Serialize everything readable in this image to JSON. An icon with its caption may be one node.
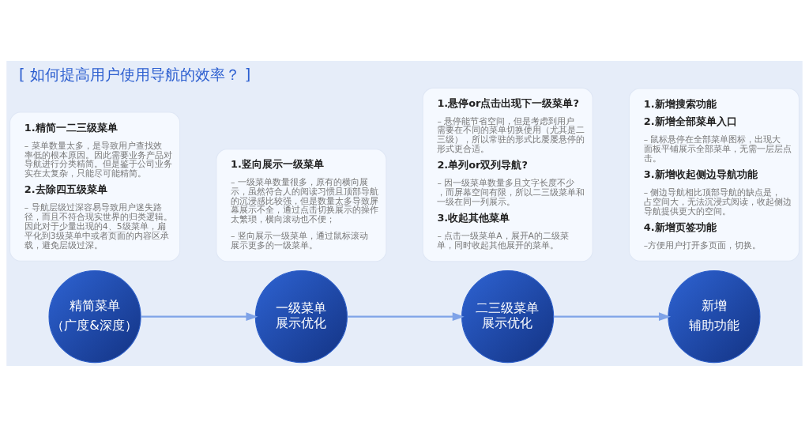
{
  "diagram": {
    "title": "[ 如何提高用户使用导航的效率？ ]",
    "nodes": [
      {
        "text": [
          "精简菜单",
          "（广度&深度）"
        ]
      },
      {
        "text": [
          "1.精简一二三级菜单",
          "– 菜单数量太多，是导致用户查找效率低的根本原因。因此需要业务产品对导航进行分类精简。但是鉴于公司业务实在太复杂，只能尽可能精简。",
          "2.去除四五级菜单",
          "– 导航层级过深容易导致用户迷失路径，而且不符合现实世界的归类逻辑。因此对于少量出现的4、5级菜单，扁平化到3级菜单中或者页面的内容区承载，避免层级过深。"
        ]
      },
      {
        "text": [
          "一级菜单展示优化"
        ]
      },
      {
        "text": [
          "1.竖向展示一级菜单",
          "– 一级菜单数量很多，原有的横向展示，虽然符合人的阅读习惯且顶部导航的沉浸感比较强，但是数量太多导致屏幕展示不全，通过点击切换展示的操作太繁琐，横向滚动也不便；",
          "– 竖向展示一级菜单，通过鼠标滚动展示更多的一级菜单。"
        ]
      },
      {
        "text": [
          "二三级菜单展示优化"
        ]
      },
      {
        "text": [
          "1.悬停or点击出现下一级菜单?",
          "– 悬停能节省空间，但是考虑到用户需要在不同的菜单切换使用（尤其是二三级），所以常驻的形式比屡屡悬停的形式更合适。",
          "2.单列or双列导航?",
          "– 因一级菜单数量多且文字长度不少，而屏幕空间有限，所以二三级菜单和一级在同一列展示。",
          "3.收起其他菜单",
          "– 点击一级菜单A，展开A的二级菜单，同时收起其他展开的菜单。"
        ]
      },
      {
        "text": [
          "新增",
          "辅助功能"
        ]
      },
      {
        "text": [
          "1.新增搜索功能",
          "2.新增全部菜单入口",
          "– 鼠标悬停在全部菜单图标，出现大面板平铺展示全部菜单，无需一层层点击。",
          "3.新增收起侧边导航功能",
          "– 侧边导航相比顶部导航的缺点是，占空间大，无法沉浸式阅读，收起侧边导航提供更大的空间。",
          "4.新增页签功能",
          "–方便用户打开多页面，切换。"
        ]
      }
    ],
    "edges": [
      {
        "from": 0,
        "to": 2,
        "arrow": "to"
      },
      {
        "from": 2,
        "to": 4,
        "arrow": "to"
      },
      {
        "from": 4,
        "to": 6,
        "arrow": "to"
      }
    ]
  }
}
